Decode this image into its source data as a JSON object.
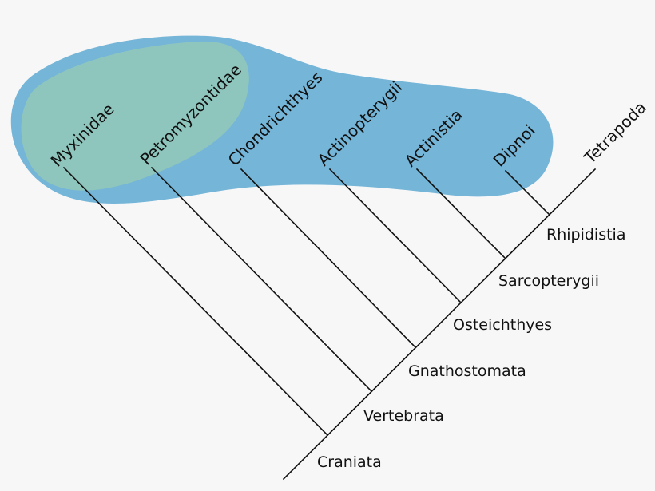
{
  "cladogram": {
    "taxa": [
      "Myxinidae",
      "Petromyzontidae",
      "Chondrichthyes",
      "Actinopterygii",
      "Actinistia",
      "Dipnoi",
      "Tetrapoda"
    ],
    "clades": [
      "Rhipidistia",
      "Sarcopterygii",
      "Osteichthyes",
      "Gnathostomata",
      "Vertebrata",
      "Craniata"
    ]
  },
  "colors": {
    "background": "#f7f7f7",
    "outer_group": "#74b5d8",
    "inner_group": "#8ec6bd",
    "line": "#111111"
  }
}
